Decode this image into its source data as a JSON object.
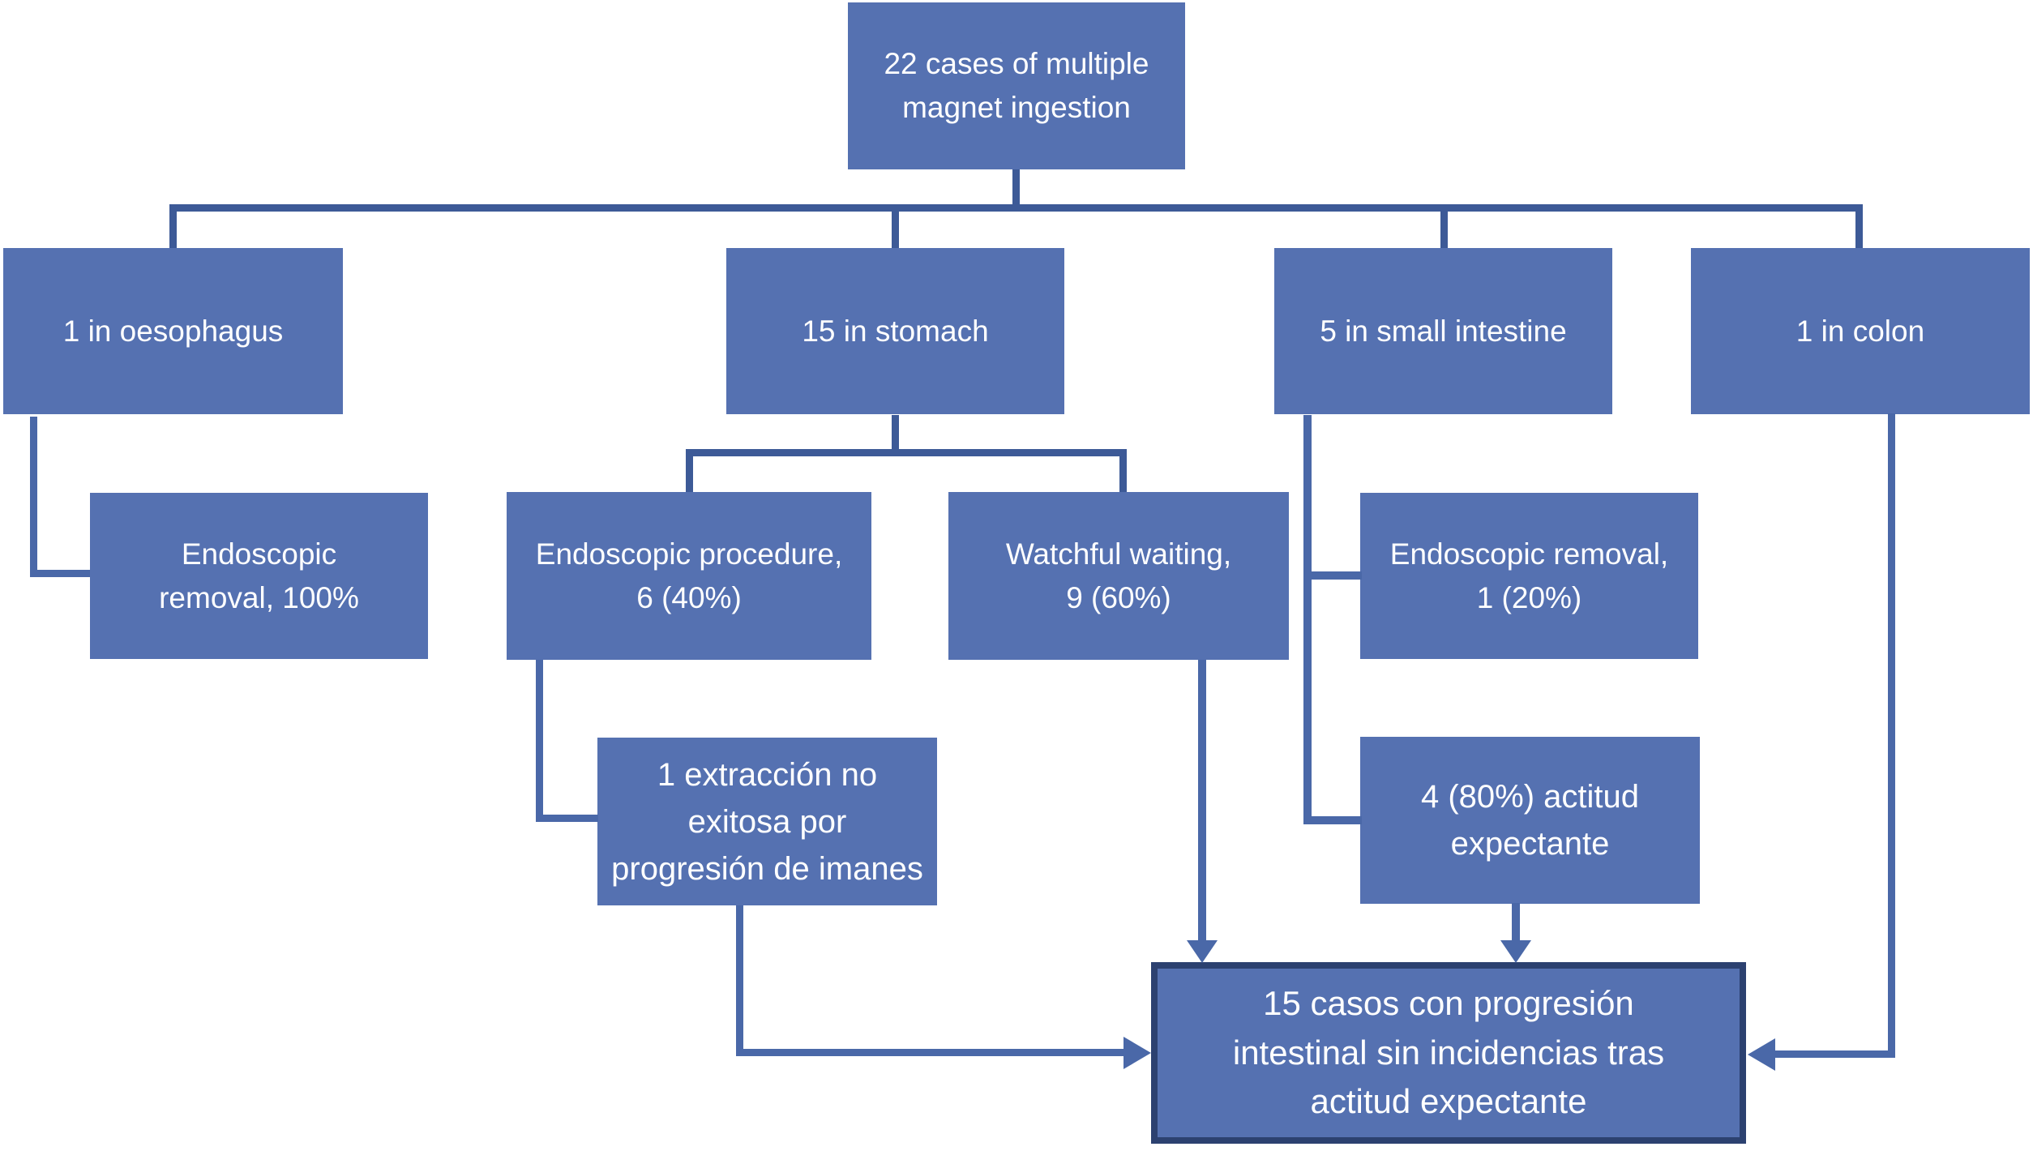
{
  "colors": {
    "node-fill": "#5571B1",
    "connector": "#4A68A8",
    "tree-line": "#3D5A97",
    "final-border": "#2C4170",
    "text": "#FFFFFF",
    "background": "#FFFFFF"
  },
  "nodes": {
    "root": {
      "label": [
        "22 cases of multiple",
        "magnet ingestion"
      ]
    },
    "oesophagus": {
      "label": [
        "1 in oesophagus"
      ]
    },
    "stomach": {
      "label": [
        "15 in stomach"
      ]
    },
    "small_intestine": {
      "label": [
        "5 in small intestine"
      ]
    },
    "colon": {
      "label": [
        "1 in colon"
      ]
    },
    "removal_oesophagus": {
      "label": [
        "Endoscopic",
        "removal, 100%"
      ]
    },
    "endoscopic_procedure": {
      "label": [
        "Endoscopic procedure,",
        "6 (40%)"
      ]
    },
    "watchful_waiting": {
      "label": [
        "Watchful waiting,",
        "9 (60%)"
      ]
    },
    "removal_small_intestine": {
      "label": [
        "Endoscopic removal,",
        "1 (20%)"
      ]
    },
    "extraccion_no_exitosa": {
      "label": [
        "1 extracción no",
        "exitosa por",
        "progresión de imanes"
      ]
    },
    "actitud_expectante": {
      "label": [
        "4 (80%) actitud",
        "expectante"
      ]
    },
    "final": {
      "label": [
        "15 casos con progresión",
        "intestinal sin incidencias tras",
        "actitud expectante"
      ]
    }
  },
  "edges": [
    {
      "from": "root",
      "to": "oesophagus",
      "arrow": false
    },
    {
      "from": "root",
      "to": "stomach",
      "arrow": false
    },
    {
      "from": "root",
      "to": "small_intestine",
      "arrow": false
    },
    {
      "from": "root",
      "to": "colon",
      "arrow": false
    },
    {
      "from": "oesophagus",
      "to": "removal_oesophagus",
      "arrow": false
    },
    {
      "from": "stomach",
      "to": "endoscopic_procedure",
      "arrow": false
    },
    {
      "from": "stomach",
      "to": "watchful_waiting",
      "arrow": false
    },
    {
      "from": "small_intestine",
      "to": "removal_small_intestine",
      "arrow": false
    },
    {
      "from": "small_intestine",
      "to": "actitud_expectante",
      "arrow": false
    },
    {
      "from": "endoscopic_procedure",
      "to": "extraccion_no_exitosa",
      "arrow": false
    },
    {
      "from": "watchful_waiting",
      "to": "final",
      "arrow": true
    },
    {
      "from": "actitud_expectante",
      "to": "final",
      "arrow": true
    },
    {
      "from": "extraccion_no_exitosa",
      "to": "final",
      "arrow": true
    },
    {
      "from": "colon",
      "to": "final",
      "arrow": true
    }
  ]
}
